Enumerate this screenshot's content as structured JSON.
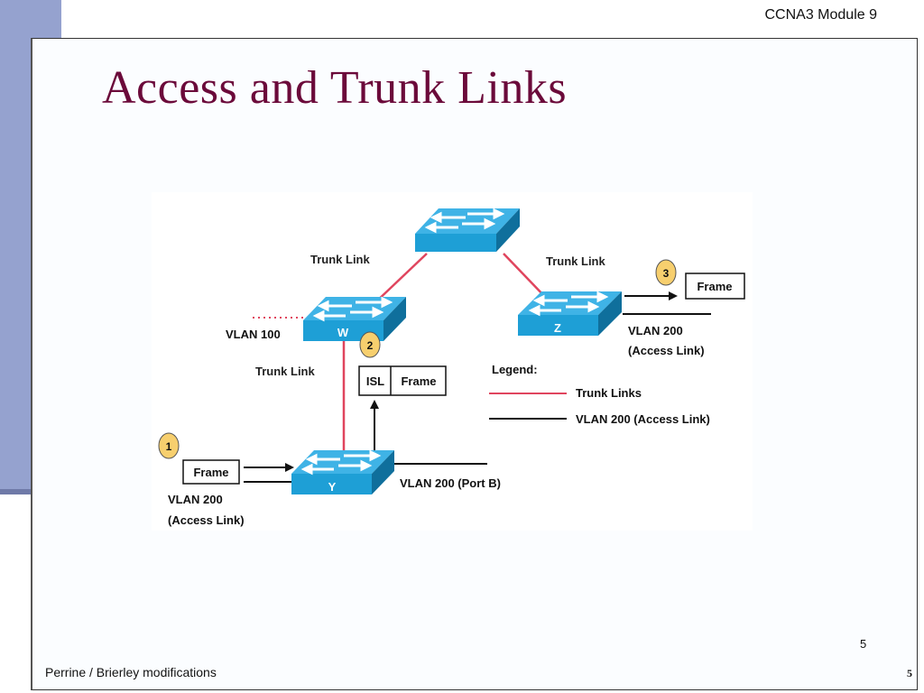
{
  "header": {
    "module_label": "CCNA3 Module 9"
  },
  "slide": {
    "title": "Access and Trunk Links",
    "page_number": "5",
    "footer_text": "Perrine / Brierley modifications",
    "footer_page_number": "5"
  },
  "diagram": {
    "switches": [
      {
        "id": "top",
        "label": ""
      },
      {
        "id": "W",
        "label": "W"
      },
      {
        "id": "Z",
        "label": "Z"
      },
      {
        "id": "Y",
        "label": "Y"
      }
    ],
    "link_labels": {
      "trunk_left": "Trunk Link",
      "trunk_right": "Trunk Link",
      "trunk_vertical": "Trunk Link",
      "vlan100": "VLAN 100",
      "z_vlan": "VLAN 200",
      "z_access": "(Access Link)",
      "y_port_b": "VLAN 200 (Port B)",
      "y_vlan": "VLAN 200",
      "y_access": "(Access Link)"
    },
    "steps": [
      {
        "number": "1",
        "frame_label": "Frame"
      },
      {
        "number": "2",
        "isl_label": "ISL",
        "frame_label": "Frame"
      },
      {
        "number": "3",
        "frame_label": "Frame"
      }
    ],
    "legend": {
      "title": "Legend:",
      "items": [
        {
          "label": "Trunk Links",
          "color": "#e0455e"
        },
        {
          "label": "VLAN 200 (Access Link)",
          "color": "#111111"
        }
      ]
    },
    "colors": {
      "switch_top": "#3fb3e6",
      "switch_front": "#1e9fd6",
      "switch_side": "#0f6f9c",
      "step_badge": "#f7cf6e",
      "trunk": "#e0455e"
    }
  }
}
